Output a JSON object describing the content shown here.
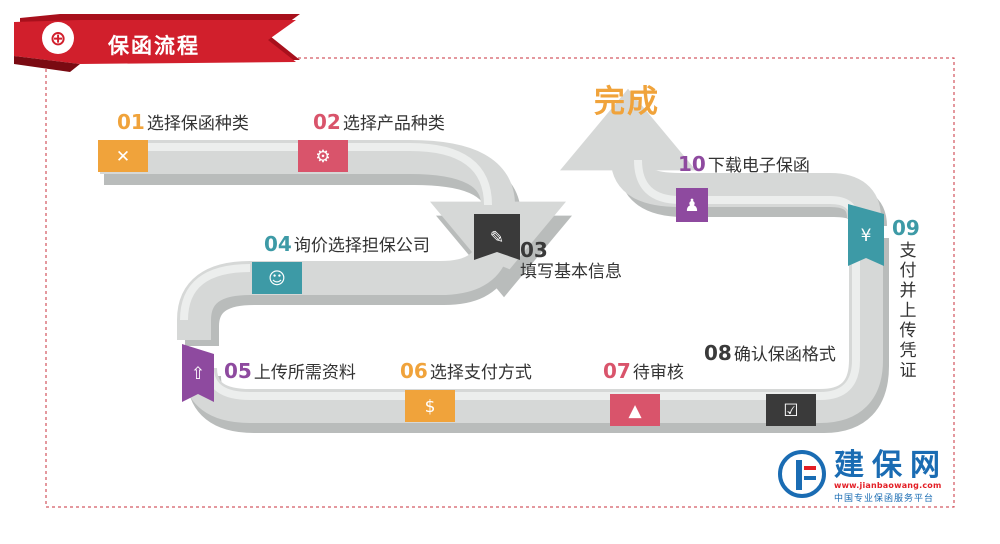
{
  "header": {
    "title": "保函流程"
  },
  "finish_label": "完成",
  "steps": [
    {
      "num": "01",
      "label": "选择保函种类",
      "color": "#f0a33b",
      "icon": "handshake-icon"
    },
    {
      "num": "02",
      "label": "选择产品种类",
      "color": "#d9546b",
      "icon": "gear-icon"
    },
    {
      "num": "03",
      "label": "填写基本信息",
      "color": "#3a3a3a",
      "icon": "pen-icon"
    },
    {
      "num": "04",
      "label": "询价选择担保公司",
      "color": "#3d9aa6",
      "icon": "chat-icon"
    },
    {
      "num": "05",
      "label": "上传所需资料",
      "color": "#8e4a9f",
      "icon": "upload-icon"
    },
    {
      "num": "06",
      "label": "选择支付方式",
      "color": "#f0a33b",
      "icon": "payment-icon"
    },
    {
      "num": "07",
      "label": "待审核",
      "color": "#d9546b",
      "icon": "stamp-icon"
    },
    {
      "num": "08",
      "label": "确认保函格式",
      "color": "#3a3a3a",
      "icon": "checkbox-icon"
    },
    {
      "num": "09",
      "label": "支付并上传凭证",
      "color": "#3d9aa6",
      "icon": "yen-hand-icon"
    },
    {
      "num": "10",
      "label": "下载电子保函",
      "color": "#8e4a9f",
      "icon": "person-icon"
    }
  ],
  "brand": {
    "name": "建保网",
    "url": "www.jianbaowang.com",
    "tagline": "中国专业保函服务平台"
  }
}
